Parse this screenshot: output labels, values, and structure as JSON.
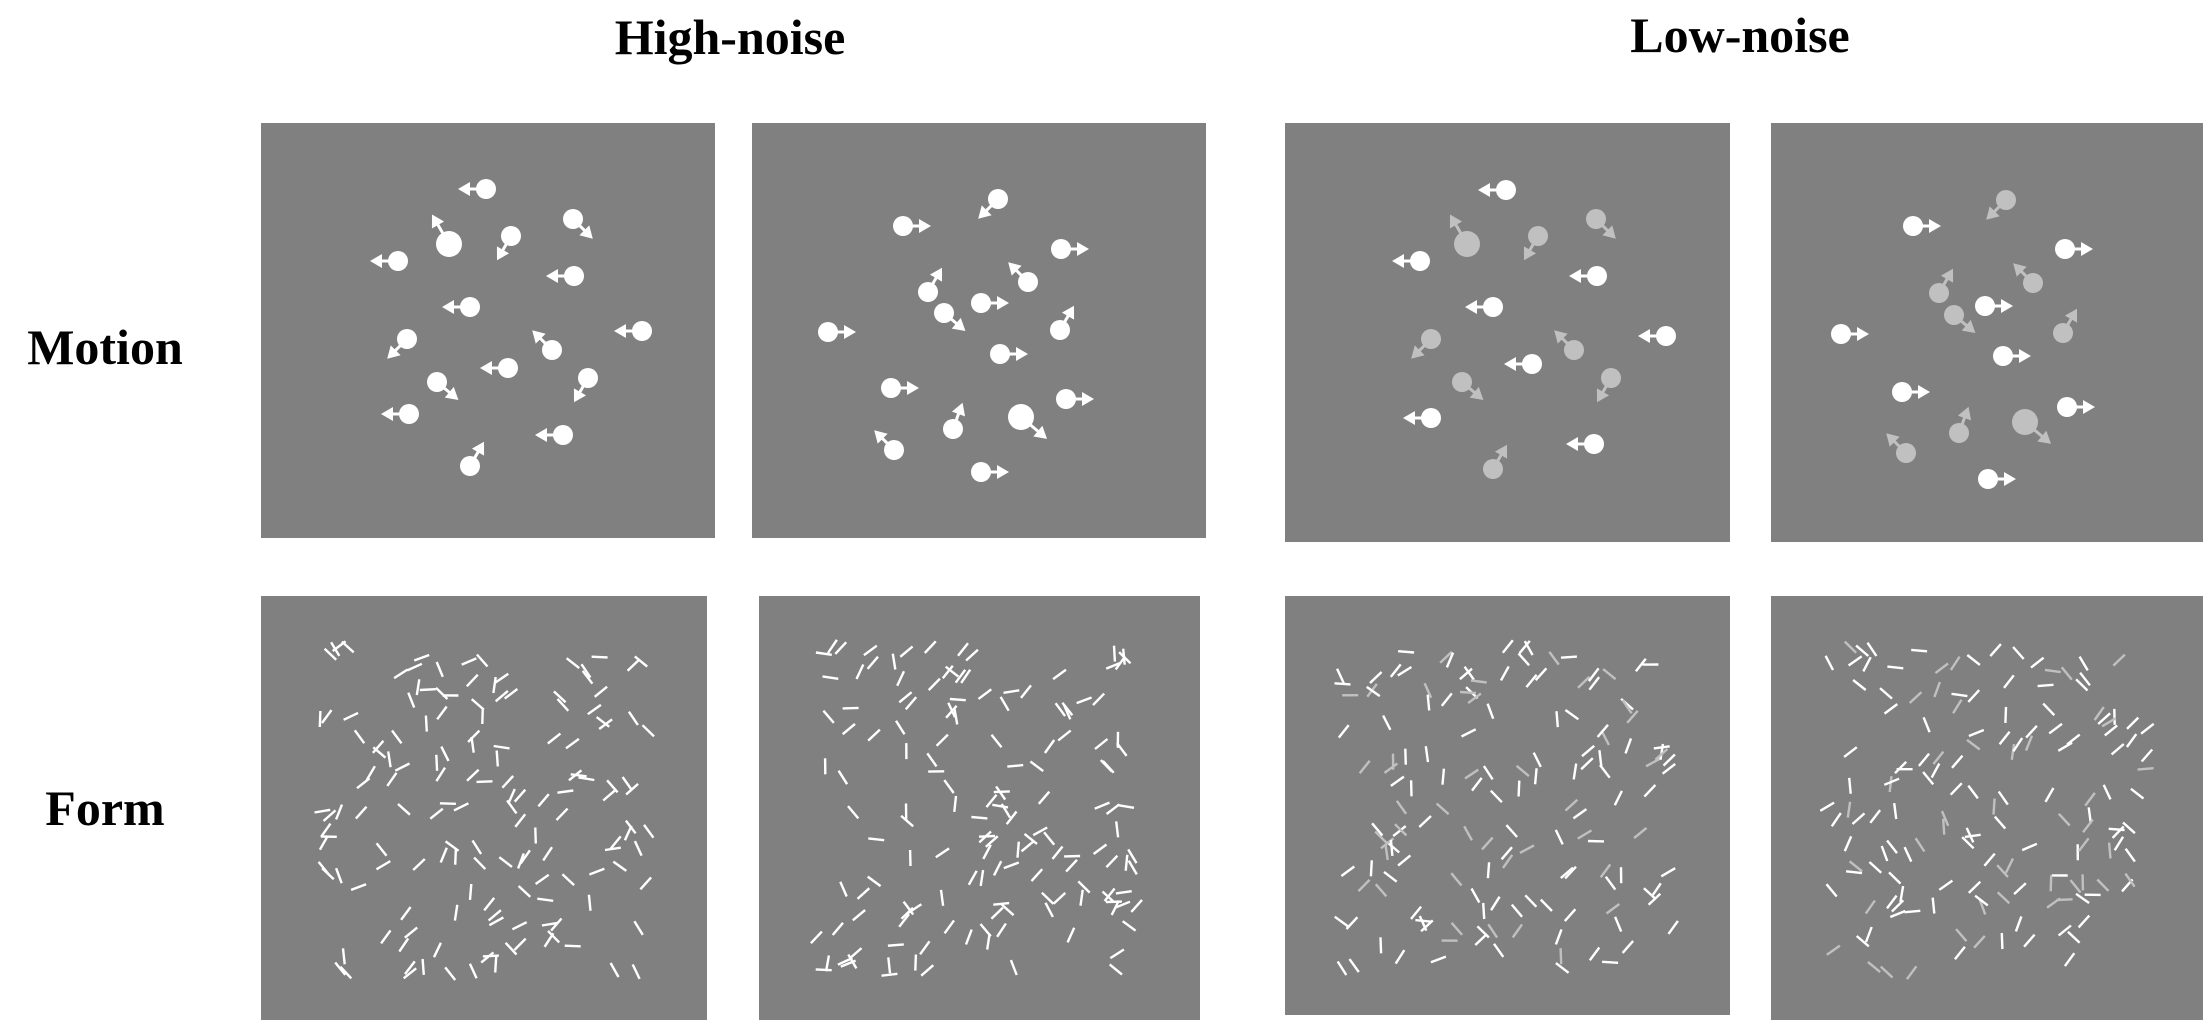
{
  "columns": {
    "high_noise": "High-noise",
    "low_noise": "Low-noise"
  },
  "rows": {
    "motion": "Motion",
    "form": "Form"
  },
  "colors": {
    "background": "#808080",
    "signal": "#ffffff",
    "noise": "#c0c0c0"
  },
  "panels": [
    {
      "id": "motion-high-a",
      "type": "motion",
      "noise": "high",
      "signal_tint": "white",
      "noise_tint": "white"
    },
    {
      "id": "motion-high-b",
      "type": "motion",
      "noise": "high",
      "signal_tint": "white",
      "noise_tint": "white"
    },
    {
      "id": "motion-low-a",
      "type": "motion",
      "noise": "low",
      "signal_tint": "white",
      "noise_tint": "light-gray"
    },
    {
      "id": "motion-low-b",
      "type": "motion",
      "noise": "low",
      "signal_tint": "white",
      "noise_tint": "light-gray"
    },
    {
      "id": "form-high-a",
      "type": "form",
      "noise": "high",
      "signal_tint": "white",
      "noise_tint": "white"
    },
    {
      "id": "form-high-b",
      "type": "form",
      "noise": "high",
      "signal_tint": "white",
      "noise_tint": "white"
    },
    {
      "id": "form-low-a",
      "type": "form",
      "noise": "low",
      "signal_tint": "white",
      "noise_tint": "light-gray"
    },
    {
      "id": "form-low-b",
      "type": "form",
      "noise": "low",
      "signal_tint": "white",
      "noise_tint": "light-gray"
    }
  ]
}
